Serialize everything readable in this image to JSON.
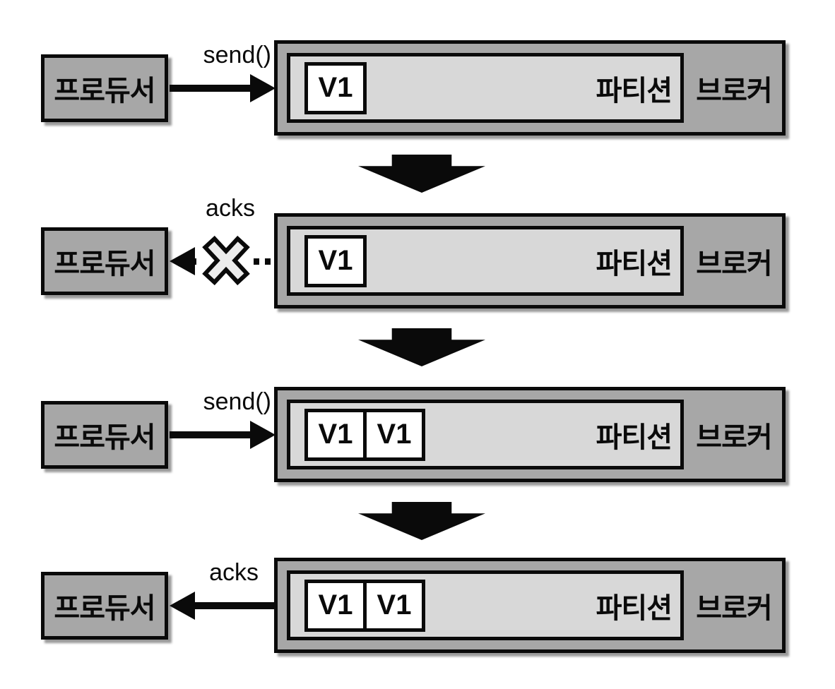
{
  "diagram": {
    "description": "producer-broker-ack-retry-flow",
    "producer_label": "프로듀서",
    "partition_label": "파티션",
    "broker_label": "브로커",
    "colors": {
      "box_fill": "#a7a7a7",
      "partition_fill": "#d8d8d8",
      "message_fill": "#ffffff",
      "line_black": "#0a0a0a",
      "x_fill": "#ececec",
      "background": "#ffffff"
    },
    "stages": [
      {
        "action": "send()",
        "arrow": "right-solid",
        "failed": false,
        "messages": [
          "V1"
        ]
      },
      {
        "action": "acks",
        "arrow": "left-dotted",
        "failed": true,
        "messages": [
          "V1"
        ]
      },
      {
        "action": "send()",
        "arrow": "right-solid",
        "failed": false,
        "messages": [
          "V1",
          "V1"
        ]
      },
      {
        "action": "acks",
        "arrow": "left-solid",
        "failed": false,
        "messages": [
          "V1",
          "V1"
        ]
      }
    ]
  }
}
